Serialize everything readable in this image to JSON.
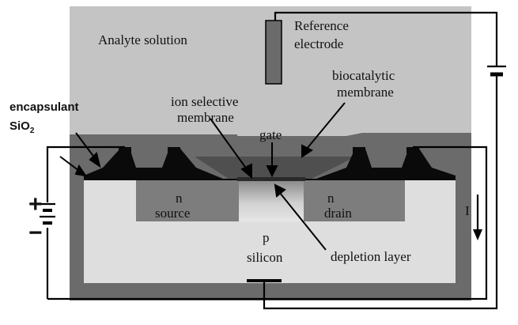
{
  "labels": {
    "analyte": "Analyte solution",
    "reference_line1": "Reference",
    "reference_line2": "electrode",
    "biocat_line1": "biocatalytic",
    "biocat_line2": "membrane",
    "ionsel_line1": "ion selective",
    "ionsel_line2": "membrane",
    "gate": "gate",
    "encapsulant": "encapsulant",
    "sio2_main": "SiO",
    "sio2_sub": "2",
    "n_left": "n",
    "source": "source",
    "n_right": "n",
    "drain": "drain",
    "current": "I",
    "p": "p",
    "silicon": "silicon",
    "depletion": "depletion layer",
    "battery_plus": "+",
    "battery_minus": "−"
  },
  "colors": {
    "analyte_bg": "#c4c4c4",
    "encapsulant": "#6b6b6b",
    "membrane": "#4a4a4a",
    "contacts": "#0a0a0a",
    "silicon": "#dedede",
    "doped": "#7d7d7d",
    "wire": "#000000"
  }
}
